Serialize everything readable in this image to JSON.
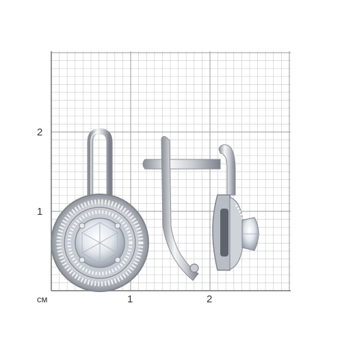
{
  "scale": {
    "unit": "см",
    "y_labels": [
      "2",
      "1"
    ],
    "x_labels": [
      "1",
      "2"
    ]
  },
  "colors": {
    "grid_minor": "#cfcfcf",
    "grid_major": "#9a9a9a",
    "axis": "#6e6e6e",
    "metal": "#c9ccd2",
    "metal_dark": "#8a8e96",
    "stone": "#eef2f6"
  },
  "objects": {
    "front_view": "earring-front",
    "side_view": "earring-side"
  }
}
